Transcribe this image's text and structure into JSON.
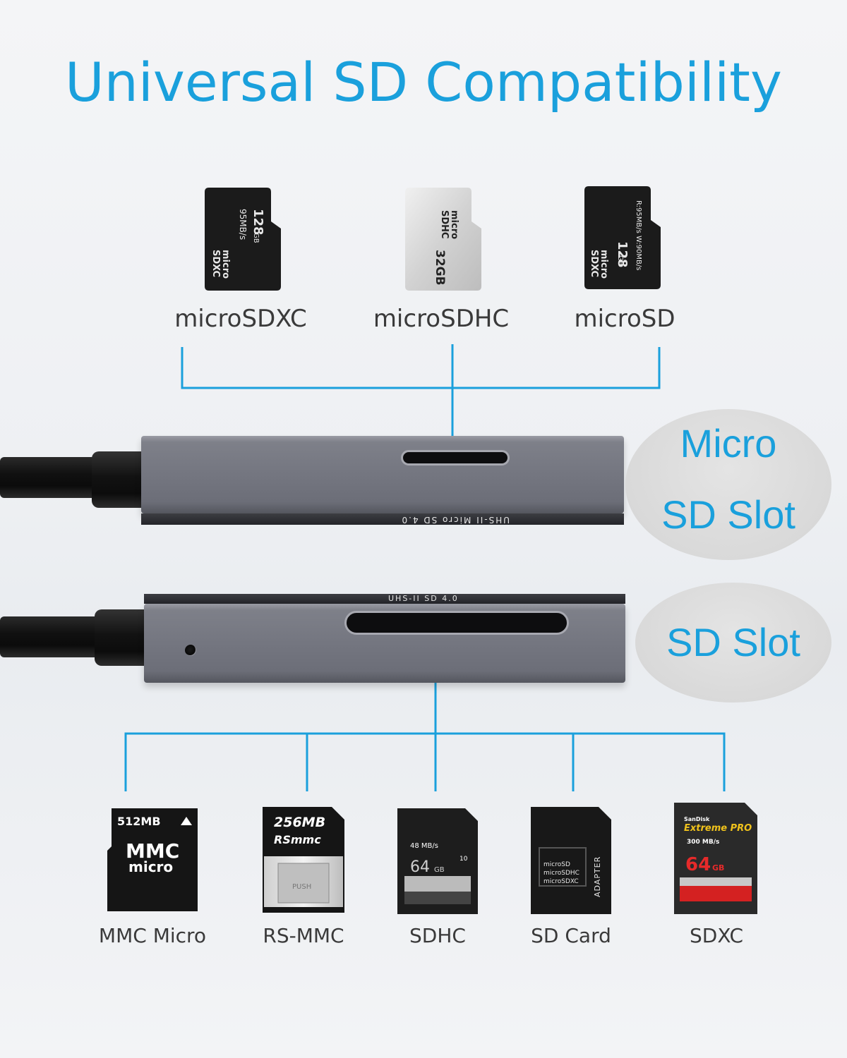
{
  "title": "Universal SD Compatibility",
  "colors": {
    "accent": "#1aa0dc",
    "text": "#3a3a3a",
    "card": "#1b1b1b",
    "card_silver": "#d8d8d8",
    "reader": "#74767f",
    "badge": "#d9d9d9"
  },
  "micro_cards": [
    {
      "label": "microSDXC",
      "capacity": "128",
      "unit": "GB",
      "speed": "95MB/s",
      "brand_top": "micro",
      "brand_bottom": "SD",
      "brand_xc": "XC"
    },
    {
      "label": "microSDHC",
      "capacity": "32GB",
      "brand_top": "micro",
      "brand_bottom": "SD",
      "brand_xc": "HC"
    },
    {
      "label": "microSD",
      "capacity": "128",
      "unit": "GB",
      "speed": "R:95MB/s W:90MB/s",
      "brand_top": "micro",
      "brand_bottom": "SD",
      "brand_xc": "XC"
    }
  ],
  "micro_reader": {
    "text": "UHS-II  Micro SD 4.0"
  },
  "sd_reader": {
    "text": "UHS-II  SD 4.0"
  },
  "micro_badge": {
    "line1": "Micro",
    "line2": "SD Slot"
  },
  "sd_badge": {
    "line1": "SD Slot"
  },
  "sd_cards": [
    {
      "label": "MMC Micro",
      "capacity": "512MB",
      "brand": "MMC",
      "sub": "micro"
    },
    {
      "label": "RS-MMC",
      "capacity": "256MB",
      "brand": "RSmmc",
      "push": "PUSH"
    },
    {
      "label": "SDHC",
      "speed": "48 MB/s",
      "capacity": "64",
      "unit": "GB",
      "class": "10"
    },
    {
      "label": "SD Card",
      "lines": [
        "microSD",
        "microSDHC",
        "microSDXC"
      ],
      "adapter": "ADAPTER"
    },
    {
      "label": "SDXC",
      "maker": "SanDisk",
      "product": "Extreme PRO",
      "speed": "300 MB/s",
      "capacity": "64",
      "unit": "GB"
    }
  ]
}
